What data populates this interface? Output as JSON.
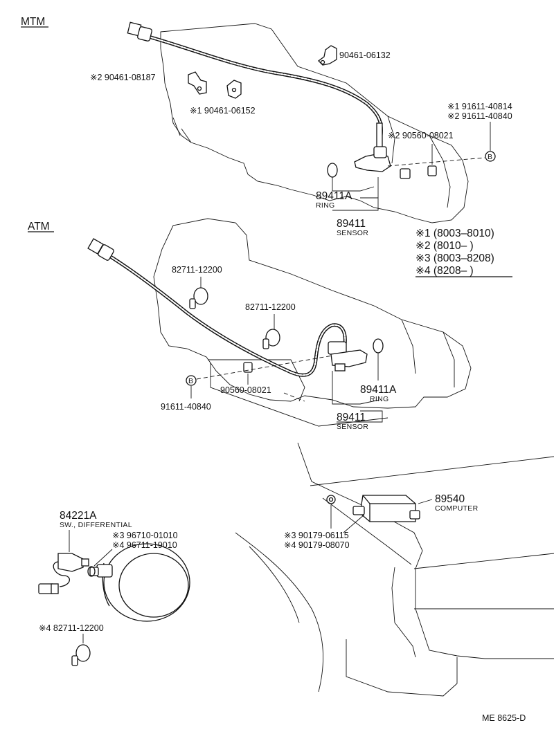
{
  "sections": {
    "mtm": "MTM",
    "atm": "ATM"
  },
  "mtm": {
    "harness_bracket_a": "90461-06132",
    "harness_bracket_b": "※2 90461-08187",
    "harness_bracket_c": "※1 90461-06152",
    "plug_1": "※1 91611-40814",
    "plug_2": "※2 91611-40840",
    "plug_marker": "B",
    "bolt": "※2 90560-08021",
    "ring_part": "89411A",
    "ring_caption": "RING",
    "sensor_part": "89411",
    "sensor_caption": "SENSOR"
  },
  "legend": {
    "rows": [
      {
        "mark": "※1",
        "range": "(8003–8010)"
      },
      {
        "mark": "※2",
        "range": "(8010–        )"
      },
      {
        "mark": "※3",
        "range": "(8003–8208)"
      },
      {
        "mark": "※4",
        "range": "(8208–        )"
      }
    ]
  },
  "atm": {
    "clamp_1": "82711-12200",
    "clamp_2": "82711-12200",
    "plug_marker": "B",
    "plug": "91611-40840",
    "bolt": "90560-08021",
    "ring_part": "89411A",
    "ring_caption": "RING",
    "sensor_part": "89411",
    "sensor_caption": "SENSOR"
  },
  "differential": {
    "switch_part": "84221A",
    "switch_caption": "SW., DIFFERENTIAL",
    "gasket_1": "※3 96710-01010",
    "gasket_2": "※4 96711-19010",
    "clamp": "※4 82711-12200"
  },
  "computer": {
    "part": "89540",
    "caption": "COMPUTER",
    "nut_1": "※3  90179-06115",
    "nut_2": "※4  90179-08070"
  },
  "footer": {
    "drawing_code": "ME  8625-D"
  }
}
